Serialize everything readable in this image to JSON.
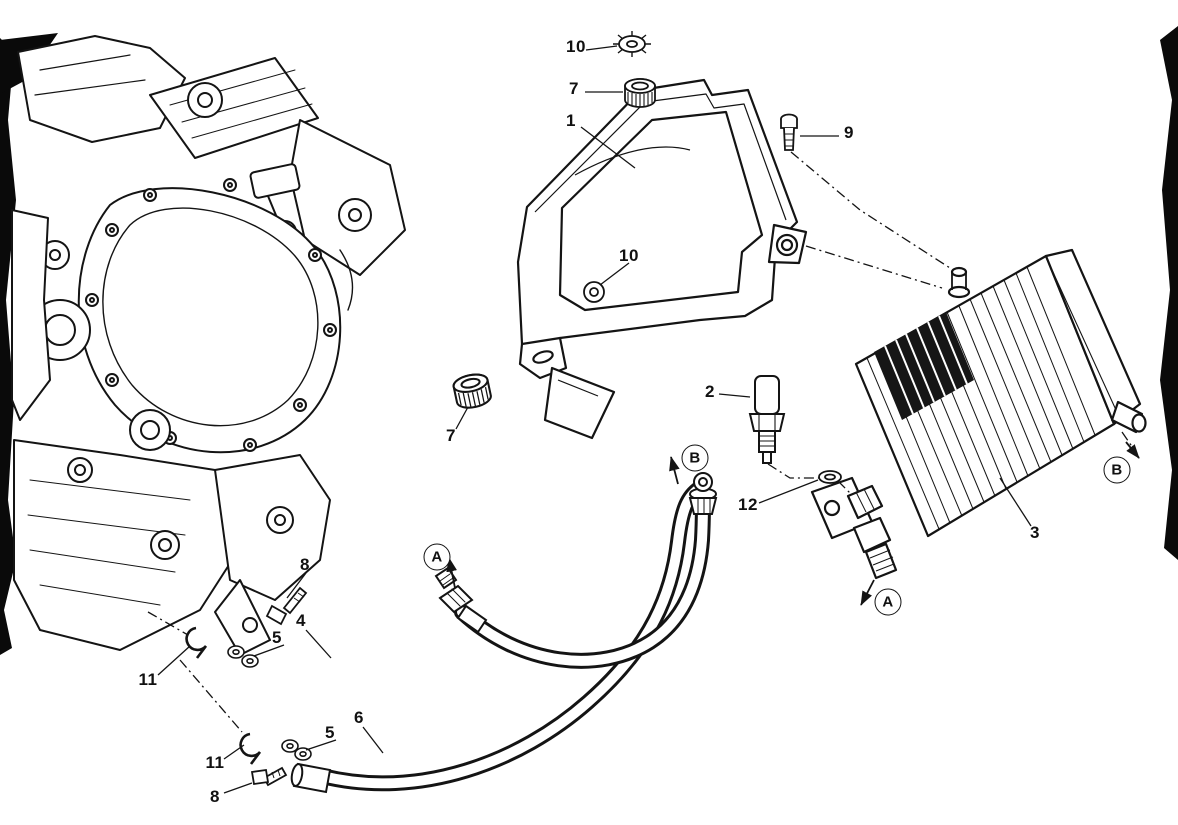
{
  "diagram": {
    "type": "exploded-parts-diagram",
    "colors": {
      "line": "#141414",
      "background": "#ffffff"
    },
    "callouts": [
      {
        "label": "10"
      },
      {
        "label": "7"
      },
      {
        "label": "1"
      },
      {
        "label": "9"
      },
      {
        "label": "10"
      },
      {
        "label": "7"
      },
      {
        "label": "2"
      },
      {
        "label": "B"
      },
      {
        "label": "12"
      },
      {
        "label": "3"
      },
      {
        "label": "B"
      },
      {
        "label": "A"
      },
      {
        "label": "A"
      },
      {
        "label": "8"
      },
      {
        "label": "4"
      },
      {
        "label": "5"
      },
      {
        "label": "11"
      },
      {
        "label": "5"
      },
      {
        "label": "6"
      },
      {
        "label": "11"
      },
      {
        "label": "8"
      }
    ]
  }
}
